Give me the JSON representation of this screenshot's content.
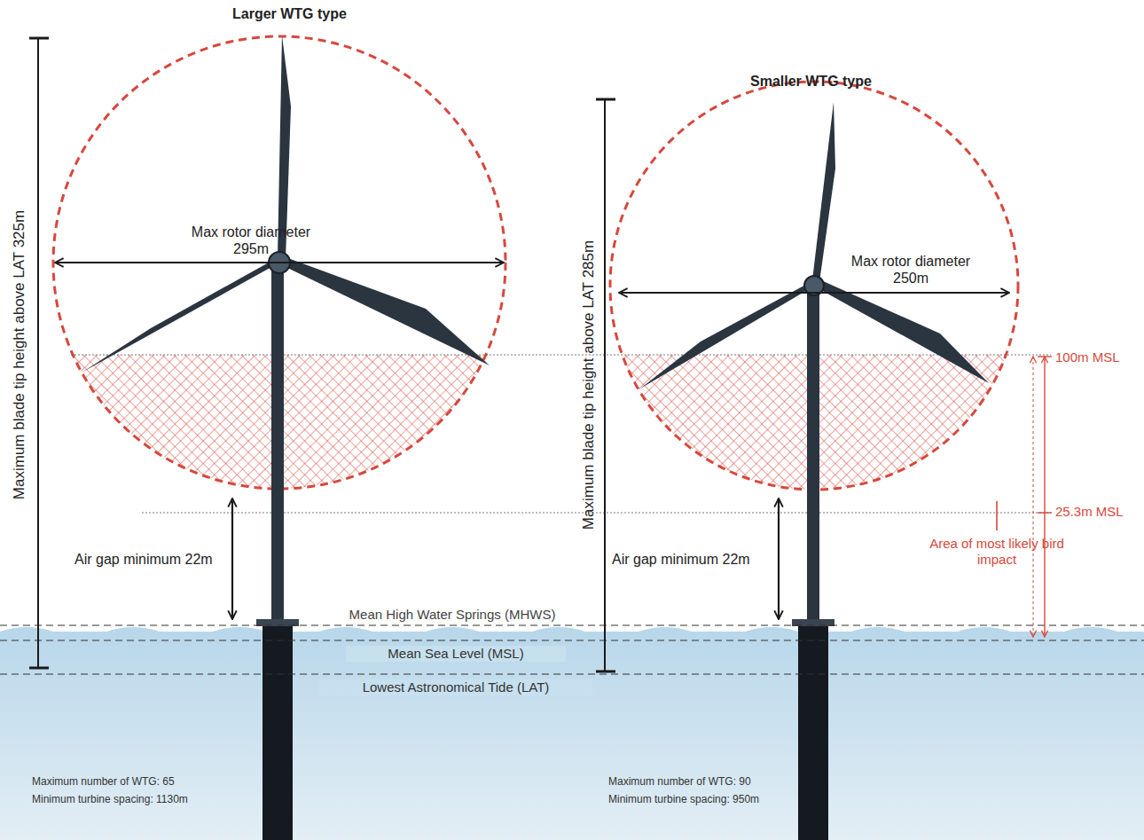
{
  "diagram": {
    "labels": [
      "Larger WTG type",
      "Smaller WTG type",
      "Maximum blade tip height above LAT 325m",
      "Maximum blade tip height above LAT 285m",
      "Max rotor diameter 295m",
      "Max rotor diameter 250m",
      "Air gap minimum 22m",
      "Air gap minimum 22m",
      "100m MSL",
      "25.3m MSL",
      "Area of most likely bird impact",
      "Mean High Water Springs (MHWS)",
      "Mean Sea Level (MSL)",
      "Lowest Astronomical Tide (LAT)",
      "Maximum number of WTG: 65",
      "Minimum turbine spacing: 1130m",
      "Maximum number of WTG: 90",
      "Minimum turbine spacing: 950m"
    ]
  }
}
